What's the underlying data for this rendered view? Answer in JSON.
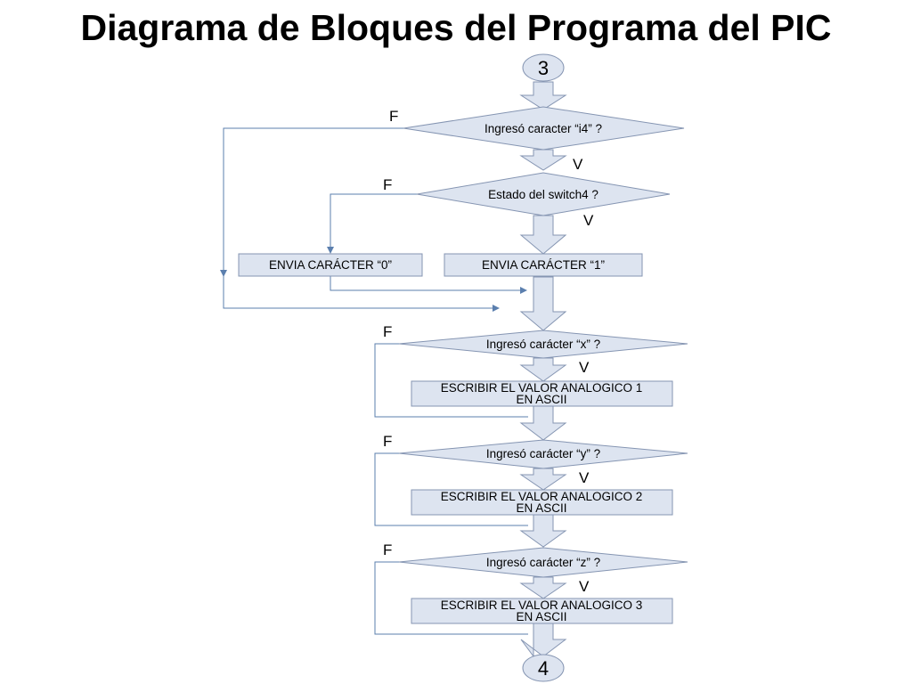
{
  "title": "Diagrama de Bloques del Programa del PIC",
  "colors": {
    "fill": "#dde4f0",
    "stroke": "#8595b2",
    "line": "#5b7fae"
  },
  "connectors": {
    "start": "3",
    "end": "4"
  },
  "decisions": [
    {
      "label": "Ingresó caracter “i4” ?",
      "false_label": "F",
      "true_label": "V"
    },
    {
      "label": "Estado del switch4 ?",
      "false_label": "F",
      "true_label": "V"
    },
    {
      "label": "Ingresó carácter “x” ?",
      "false_label": "F",
      "true_label": "V"
    },
    {
      "label": "Ingresó carácter “y” ?",
      "false_label": "F",
      "true_label": "V"
    },
    {
      "label": "Ingresó carácter “z” ?",
      "false_label": "F",
      "true_label": "V"
    }
  ],
  "processes": [
    {
      "lines": [
        "ENVIA CARÁCTER “0”"
      ]
    },
    {
      "lines": [
        "ENVIA CARÁCTER “1”"
      ]
    },
    {
      "lines": [
        "ESCRIBIR EL VALOR ANALOGICO 1",
        "EN ASCII"
      ]
    },
    {
      "lines": [
        "ESCRIBIR EL VALOR ANALOGICO 2",
        "EN ASCII"
      ]
    },
    {
      "lines": [
        "ESCRIBIR EL VALOR ANALOGICO 3",
        "EN ASCII"
      ]
    }
  ]
}
